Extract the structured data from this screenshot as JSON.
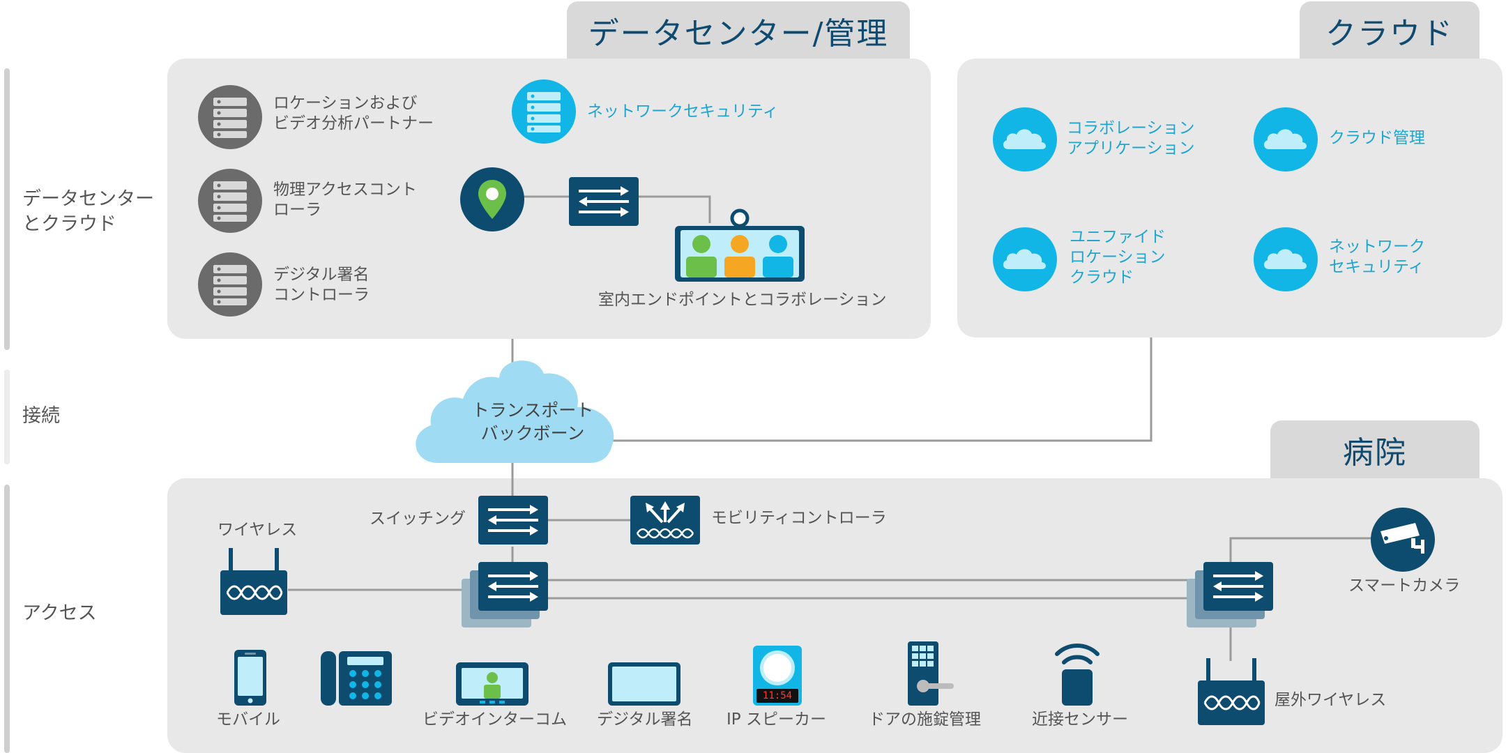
{
  "row_labels": {
    "datacenter_cloud": "データセンター\nとクラウド",
    "connection": "接続",
    "access": "アクセス"
  },
  "tabs": {
    "datacenter": "データセンター/管理",
    "cloud": "クラウド",
    "hospital": "病院"
  },
  "datacenter": {
    "location_partner": "ロケーションおよび\nビデオ分析パートナー",
    "physical_access": "物理アクセスコント\nローラ",
    "digital_signage_controller": "デジタル署名\nコントローラ",
    "network_security": "ネットワークセキュリティ",
    "indoor_endpoint": "室内エンドポイントとコラボレーション"
  },
  "cloud": {
    "collaboration": "コラボレーション\nアプリケーション",
    "cloud_management": "クラウド管理",
    "unified_location": "ユニファイド\nロケーション\nクラウド",
    "network_security": "ネットワーク\nセキュリティ"
  },
  "transport": "トランスポート\nバックボーン",
  "hospital": {
    "wireless": "ワイヤレス",
    "switching": "スイッチング",
    "mobility_controller": "モビリティコントローラ",
    "smart_camera": "スマートカメラ",
    "outdoor_wireless": "屋外ワイヤレス",
    "speaker_time": "11:54"
  },
  "endpoints": [
    {
      "label": "モバイル"
    },
    {
      "label": "ビデオインターコム"
    },
    {
      "label": "デジタル署名"
    },
    {
      "label": "IP スピーカー"
    },
    {
      "label": "ドアの施錠管理"
    },
    {
      "label": "近接センサー"
    }
  ],
  "colors": {
    "navy": "#0e4c6f",
    "cyan": "#12b6e6",
    "gray_icon": "#6b6b6b",
    "panel": "#e8e8e9",
    "tab": "#d9d9da",
    "line": "#9a9a9a",
    "cloud_light": "#9fdcf3"
  }
}
